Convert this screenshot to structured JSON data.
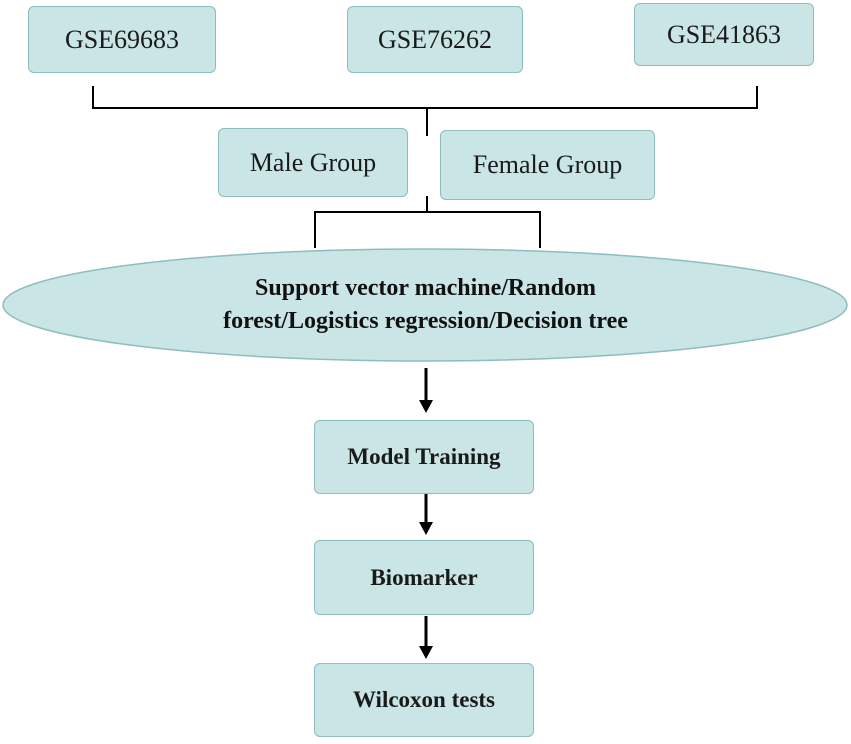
{
  "datasets": [
    "GSE69683",
    "GSE76262",
    "GSE41863"
  ],
  "groups": {
    "male": "Male Group",
    "female": "Female Group"
  },
  "methods": {
    "line1": "Support vector machine/Random",
    "line2": "forest/Logistics regression/Decision tree"
  },
  "steps": [
    "Model Training",
    "Biomarker",
    "Wilcoxon tests"
  ],
  "colors": {
    "box_fill": "#c9e5e6",
    "box_border": "#8fbcbe",
    "line": "#000000"
  }
}
